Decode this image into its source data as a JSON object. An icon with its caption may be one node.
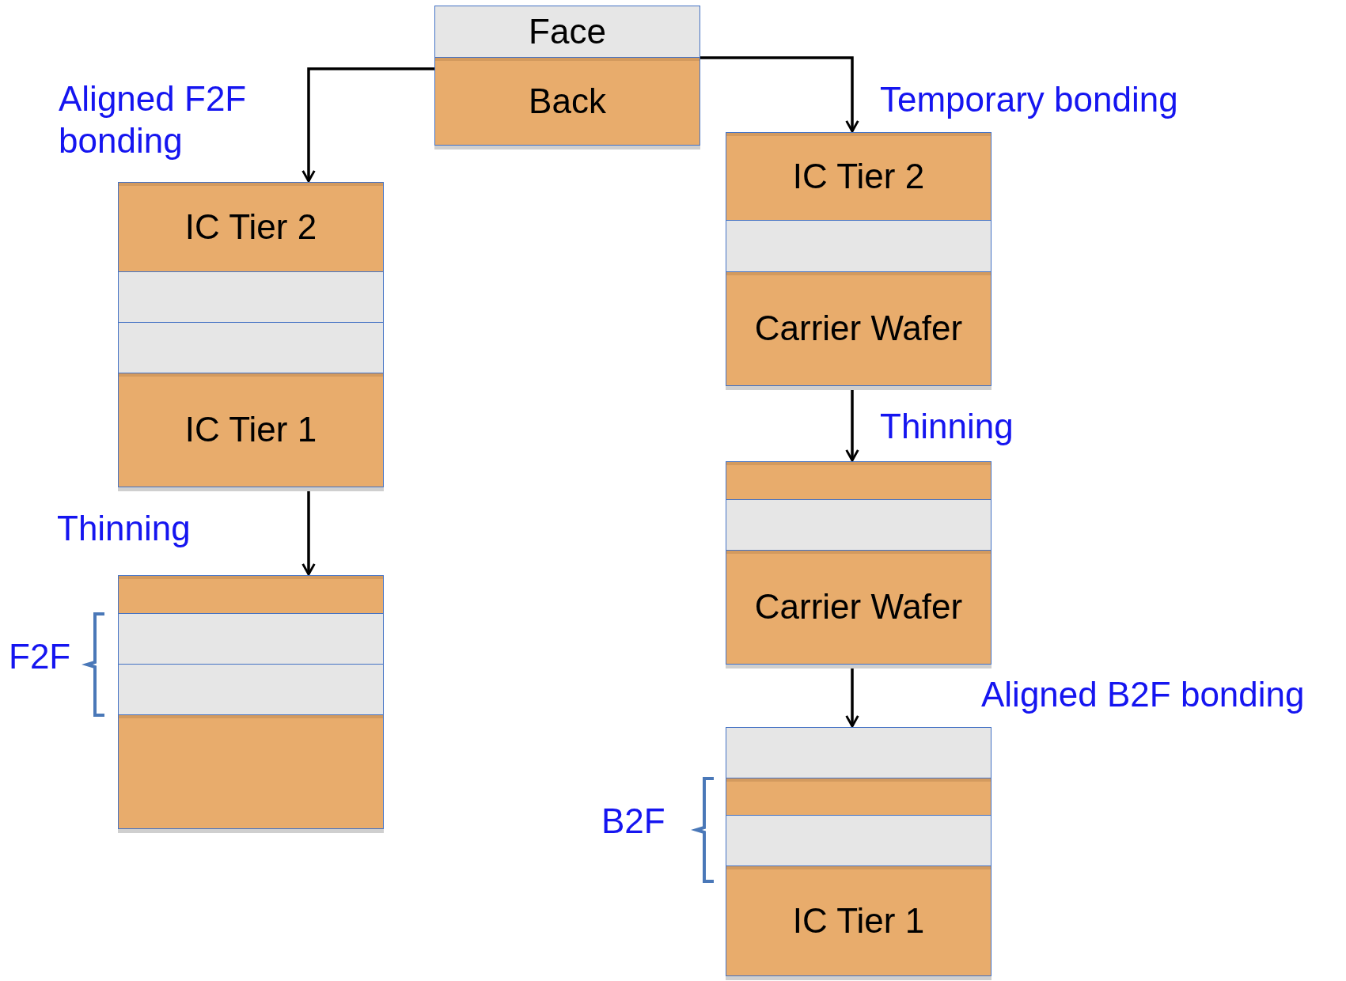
{
  "diagram": {
    "nodes": [
      {
        "text": [],
        "shape": "box"
      },
      {
        "text": [
          "Face"
        ],
        "in": 0
      },
      {
        "text": [
          "Back"
        ],
        "in": 0
      },
      {
        "text": [],
        "shape": "box"
      },
      {
        "text": [
          "IC Tier 2"
        ],
        "in": 3
      },
      {
        "text": [],
        "shape": "box",
        "in": 3
      },
      {
        "text": [],
        "shape": "box",
        "in": 3
      },
      {
        "text": [
          "IC Tier 1"
        ],
        "in": 3
      },
      {
        "text": [],
        "shape": "box"
      },
      {
        "text": [],
        "shape": "box",
        "in": 8
      },
      {
        "text": [],
        "shape": "box",
        "in": 8
      },
      {
        "text": [],
        "shape": "box",
        "in": 8
      },
      {
        "text": [],
        "shape": "box",
        "in": 8
      },
      {
        "text": [],
        "shape": "box"
      },
      {
        "text": [
          "IC Tier 2"
        ],
        "in": 13
      },
      {
        "text": [],
        "shape": "box",
        "in": 13
      },
      {
        "text": [
          "Carrier Wafer"
        ],
        "in": 13
      },
      {
        "text": [],
        "shape": "box"
      },
      {
        "text": [],
        "shape": "box",
        "in": 17
      },
      {
        "text": [],
        "shape": "box",
        "in": 17
      },
      {
        "text": [
          "Carrier Wafer"
        ],
        "in": 17
      },
      {
        "text": [],
        "shape": "box"
      },
      {
        "text": [],
        "shape": "box",
        "in": 21
      },
      {
        "text": [],
        "shape": "box",
        "in": 21
      },
      {
        "text": [],
        "shape": "box",
        "in": 21
      },
      {
        "text": [
          "IC Tier 1"
        ],
        "in": 21
      }
    ],
    "edges": [
      {
        "from": 0,
        "to": 3,
        "arrow": "to",
        "label": "Aligned F2F bonding"
      },
      {
        "from": 0,
        "to": 13,
        "arrow": "to",
        "label": "Temporary bonding"
      },
      {
        "from": 3,
        "to": 8,
        "arrow": "to",
        "label": "Thinning"
      },
      {
        "from": 13,
        "to": 17,
        "arrow": "to",
        "label": "Thinning"
      },
      {
        "from": 17,
        "to": 21,
        "arrow": "to",
        "label": "Aligned B2F bonding"
      }
    ],
    "labels": [
      "F2F",
      "B2F"
    ]
  }
}
